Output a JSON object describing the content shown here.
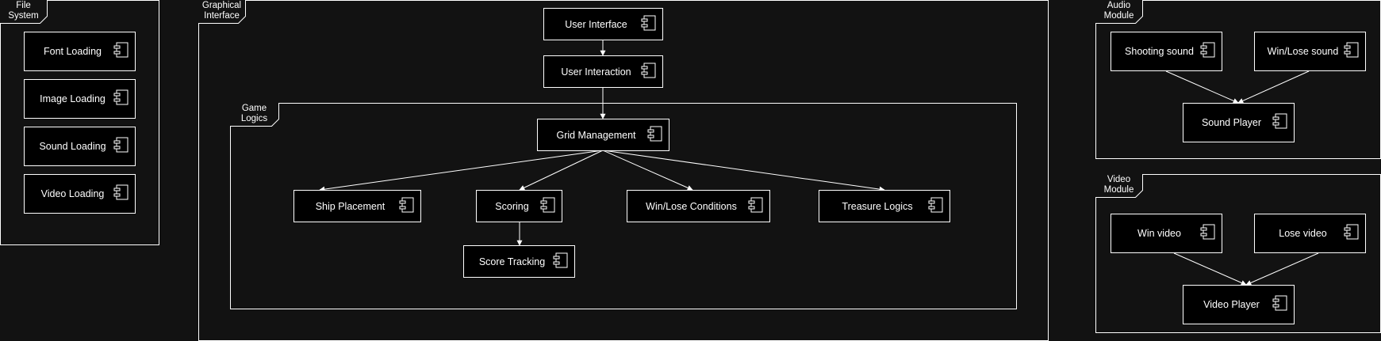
{
  "colors": {
    "background": "#121212",
    "box": "#000000",
    "line": "#ffffff"
  },
  "icon": "uml-component-icon",
  "frames": {
    "file_system": {
      "line1": "File",
      "line2": "System"
    },
    "graphical_interface": {
      "line1": "Graphical",
      "line2": "Interface"
    },
    "game_logics": {
      "line1": "Game",
      "line2": "Logics"
    },
    "audio_module": {
      "line1": "Audio",
      "line2": "Module"
    },
    "video_module": {
      "line1": "Video",
      "line2": "Module"
    }
  },
  "components": {
    "font_loading": "Font Loading",
    "image_loading": "Image Loading",
    "sound_loading": "Sound Loading",
    "video_loading": "Video Loading",
    "user_interface": "User Interface",
    "user_interaction": "User Interaction",
    "grid_management": "Grid Management",
    "ship_placement": "Ship Placement",
    "scoring": "Scoring",
    "win_lose_conditions": "Win/Lose Conditions",
    "treasure_logics": "Treasure Logics",
    "score_tracking": "Score Tracking",
    "shooting_sound": "Shooting sound",
    "win_lose_sound": "Win/Lose sound",
    "sound_player": "Sound Player",
    "win_video": "Win video",
    "lose_video": "Lose video",
    "video_player": "Video Player"
  }
}
